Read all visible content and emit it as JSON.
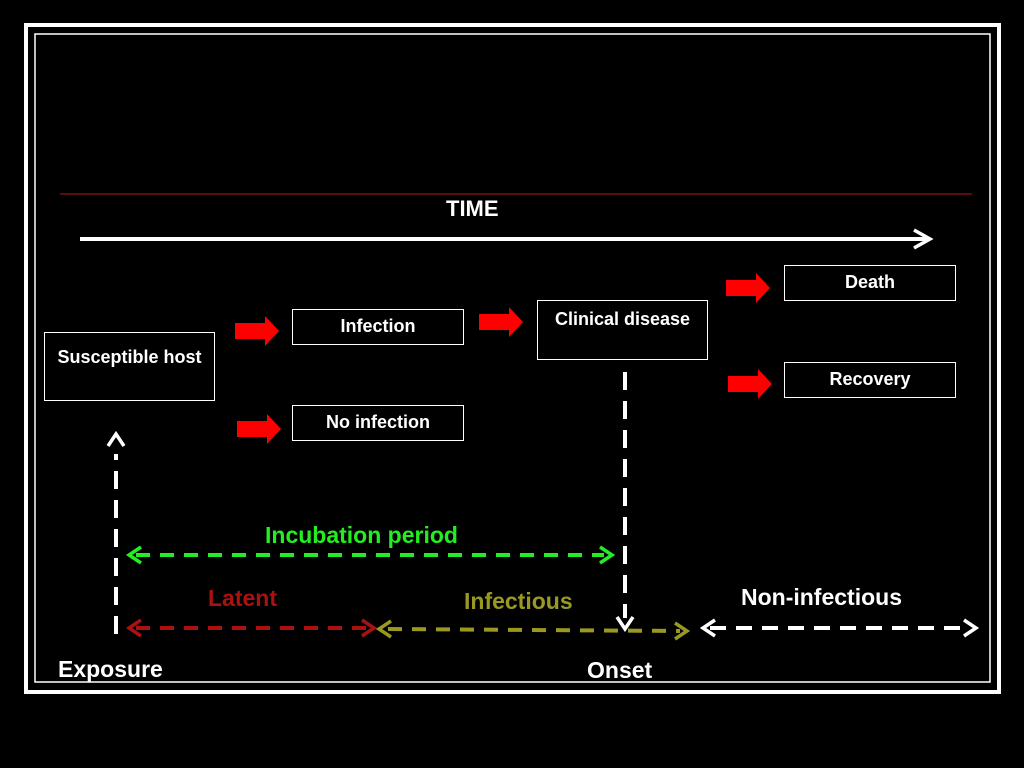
{
  "title": "TIME",
  "nodes": {
    "susceptible_host": "Susceptible host",
    "infection": "Infection",
    "no_infection": "No infection",
    "clinical_disease": "Clinical disease",
    "death": "Death",
    "recovery": "Recovery"
  },
  "periods": {
    "incubation": "Incubation period",
    "latent": "Latent",
    "infectious": "Infectious",
    "non_infectious": "Non-infectious"
  },
  "markers": {
    "exposure": "Exposure",
    "onset": "Onset"
  },
  "colors": {
    "background": "#000000",
    "frame": "#ffffff",
    "flow_arrow": "#ff0000",
    "incubation": "#22ee22",
    "latent": "#aa1111",
    "infectious": "#999922",
    "non_infectious": "#ffffff",
    "divider": "#7a1010"
  }
}
